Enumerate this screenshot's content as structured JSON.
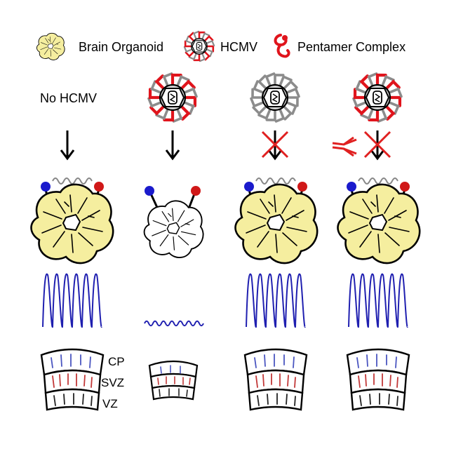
{
  "legend": {
    "brain_organoid": "Brain Organoid",
    "hcmv": "HCMV",
    "pentamer": "Pentamer Complex"
  },
  "column1": {
    "label": "No HCMV"
  },
  "layers": {
    "cp": "CP",
    "svz": "SVZ",
    "vz": "VZ"
  },
  "colors": {
    "organoid_fill": "#f5ee9f",
    "organoid_infected_fill": "#ffffff",
    "electrode_negative": "#1a1acc",
    "electrode_positive": "#d01818",
    "signal": "#1f1fb0",
    "pentamer": "#e0141c",
    "spike": "#8c8c8c",
    "virus_gray": "#bdbdbd",
    "layer_cp": "#4a55c0",
    "layer_svz": "#c23838",
    "layer_vz": "#222222",
    "block_cross": "#e02020"
  },
  "columns": [
    {
      "id": "no-hcmv",
      "virus": "none",
      "pentamer_spikes": 0,
      "blocked": false,
      "antibody": false,
      "organoid_state": "healthy",
      "signal": "high"
    },
    {
      "id": "hcmv",
      "virus": "present",
      "pentamer_spikes": 8,
      "blocked": false,
      "antibody": false,
      "organoid_state": "small",
      "signal": "low"
    },
    {
      "id": "hcmv-no-pentamer",
      "virus": "present",
      "pentamer_spikes": 0,
      "blocked": true,
      "antibody": false,
      "organoid_state": "healthy",
      "signal": "high"
    },
    {
      "id": "hcmv-antibody",
      "virus": "present",
      "pentamer_spikes": 8,
      "blocked": true,
      "antibody": true,
      "organoid_state": "healthy",
      "signal": "high"
    }
  ]
}
